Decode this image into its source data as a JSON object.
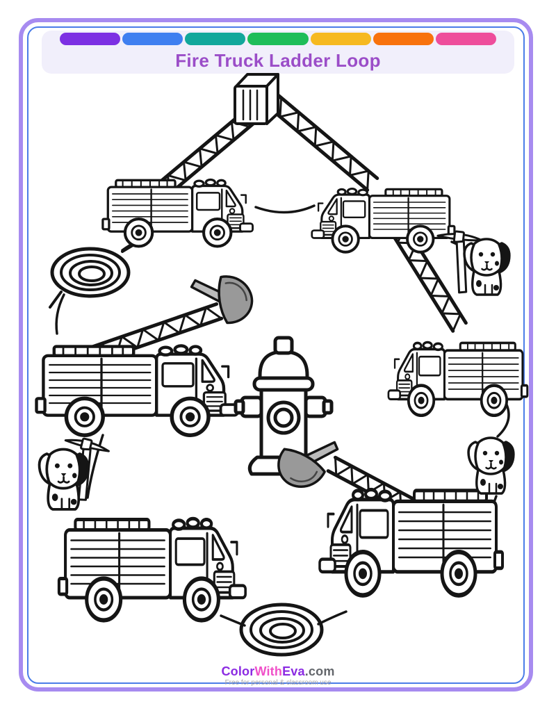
{
  "page": {
    "background_color": "#ffffff",
    "outer_border_color": "#a78bf0",
    "inner_border_color": "#4a7de8"
  },
  "header": {
    "title": "Fire Truck Ladder Loop",
    "title_color": "#9b4dc8",
    "band_color": "#f1effb",
    "rainbow_colors": [
      "#7c2fe3",
      "#3f7ff0",
      "#12a79b",
      "#1fbd59",
      "#f6b921",
      "#f8720d",
      "#ee4d9b"
    ]
  },
  "scene": {
    "ink_color": "#151515",
    "axe_blade_color": "#999999",
    "elements": [
      "fire-truck-top-left",
      "fire-truck-top-right",
      "fire-truck-middle-left",
      "fire-truck-middle-right",
      "fire-truck-bottom-left",
      "fire-truck-bottom-right",
      "aerial-ladder-x5",
      "rescue-basket",
      "fire-hydrant",
      "dalmatian-puppy-right",
      "dalmatian-puppy-left",
      "dalmatian-puppy-bottom-right",
      "fire-axe-x2",
      "pickaxe-x2",
      "coiled-hose-left",
      "coiled-hose-bottom",
      "loop-path"
    ]
  },
  "footer": {
    "brand": [
      {
        "text": "Color",
        "color": "#8b2ae2"
      },
      {
        "text": "With",
        "color": "#f050c8"
      },
      {
        "text": "Eva",
        "color": "#8b2ae2"
      },
      {
        "text": ".com",
        "color": "#63666b"
      }
    ],
    "tagline": "Free for personal & classroom use",
    "tagline_color": "#a5a5aa"
  }
}
